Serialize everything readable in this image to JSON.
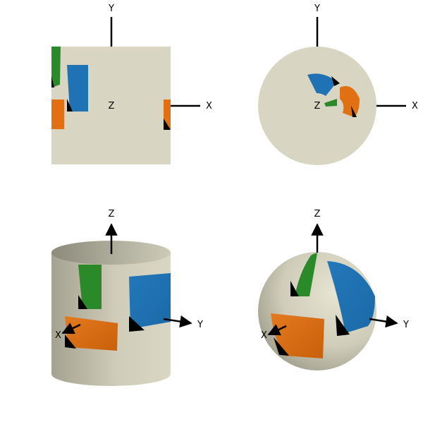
{
  "colors": {
    "background": "#ffffff",
    "surface": "#d8d6c3",
    "surface_shadow": "#8f8d7e",
    "green": "#2a8a2a",
    "blue": "#1f73b5",
    "orange": "#e07011",
    "black": "#000000"
  },
  "panels": [
    {
      "id": "cylinder-top-view",
      "axes": [
        "X",
        "Y",
        "Z"
      ]
    },
    {
      "id": "sphere-top-view",
      "axes": [
        "X",
        "Y",
        "Z"
      ]
    },
    {
      "id": "cylinder-side-view",
      "axes": [
        "X",
        "Y",
        "Z"
      ]
    },
    {
      "id": "sphere-side-view",
      "axes": [
        "X",
        "Y",
        "Z"
      ]
    }
  ]
}
